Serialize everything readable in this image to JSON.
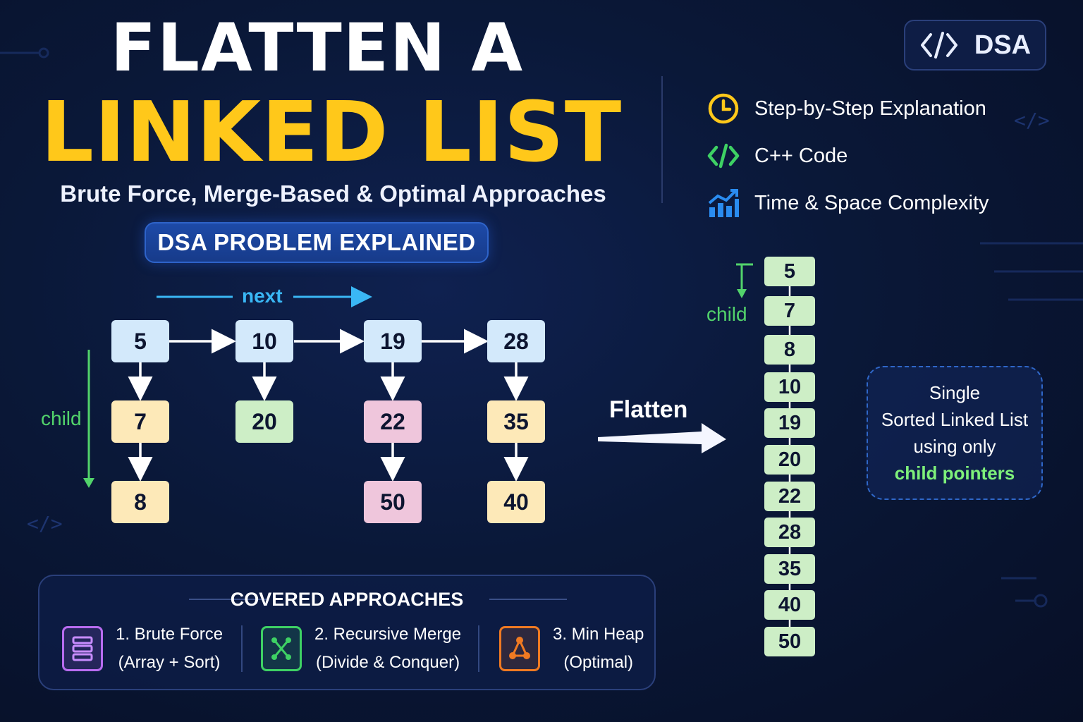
{
  "title": {
    "line1": "FLATTEN A",
    "line2": "LINKED LIST"
  },
  "subtitle": "Brute Force, Merge-Based & Optimal Approaches",
  "badge": "DSA PROBLEM EXPLAINED",
  "brand": {
    "label": "DSA",
    "icon": "code-brackets-icon"
  },
  "features": [
    {
      "label": "Step-by-Step Explanation",
      "icon": "clock-icon",
      "color": "#ffc81a"
    },
    {
      "label": "C++ Code",
      "icon": "code-brackets-icon",
      "color": "#3ed164"
    },
    {
      "label": "Time & Space Complexity",
      "icon": "chart-icon",
      "color": "#2a8cf0"
    }
  ],
  "diagram": {
    "next_label": "next",
    "child_label": "child",
    "heads": [
      "5",
      "10",
      "19",
      "28"
    ],
    "children": {
      "col1": [
        "7",
        "8"
      ],
      "col2": [
        "20"
      ],
      "col3": [
        "22",
        "50"
      ],
      "col4": [
        "35",
        "40"
      ]
    },
    "colors": {
      "blue": "#d3e9fb",
      "yellow": "#fde9b8",
      "green": "#cdeec6",
      "pink": "#efc6dc"
    }
  },
  "flatten_label": "Flatten",
  "flattened": {
    "child_label": "child",
    "values": [
      "5",
      "7",
      "8",
      "10",
      "19",
      "20",
      "22",
      "28",
      "35",
      "40",
      "50"
    ]
  },
  "info": {
    "line1": "Single",
    "line2": "Sorted Linked List",
    "line3": "using only",
    "line4": "child pointers"
  },
  "approaches": {
    "title": "COVERED APPROACHES",
    "items": [
      {
        "name": "1. Brute Force",
        "detail": "(Array + Sort)",
        "icon": "list-stack-icon",
        "color": "#b86cf0"
      },
      {
        "name": "2. Recursive Merge",
        "detail": "(Divide & Conquer)",
        "icon": "merge-icon",
        "color": "#3ed164"
      },
      {
        "name": "3. Min Heap",
        "detail": "(Optimal)",
        "icon": "heap-tree-icon",
        "color": "#f07a22"
      }
    ]
  }
}
